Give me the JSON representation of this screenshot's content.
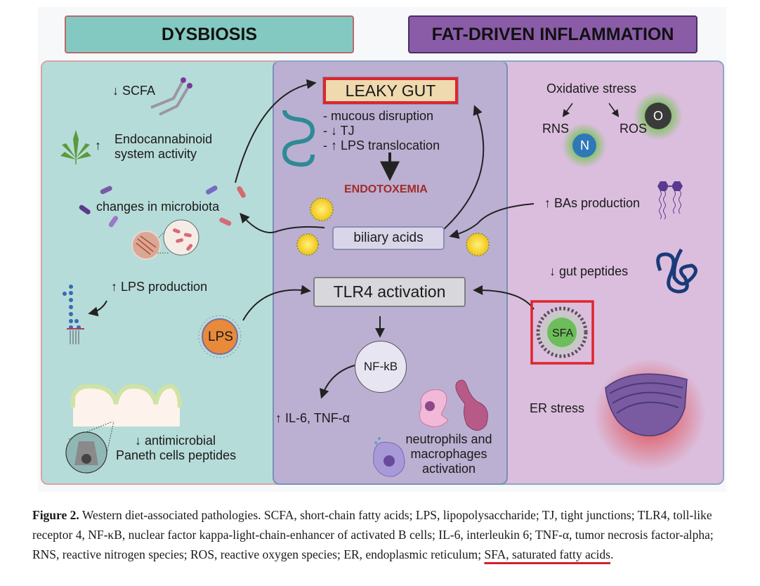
{
  "headers": {
    "dysbiosis": "DYSBIOSIS",
    "fat_driven": "FAT-DRIVEN INFLAMMATION"
  },
  "left_panel": {
    "scfa": "↓ SCFA",
    "endocannabinoid_arrow": "↑",
    "endocannabinoid_line1": "Endocannabinoid",
    "endocannabinoid_line2": "system activity",
    "microbiota": "changes in microbiota",
    "lps_production": "↑ LPS production",
    "lps_particle": "LPS",
    "antimicrobial_line1": "↓ antimicrobial",
    "antimicrobial_line2": "Paneth cells peptides"
  },
  "center_panel": {
    "leaky_gut": "LEAKY GUT",
    "bullets": [
      "- mucous disruption",
      "- ↓ TJ",
      "- ↑ LPS translocation"
    ],
    "endotoxemia": "ENDOTOXEMIA",
    "biliary_acids": "biliary acids",
    "tlr4": "TLR4 activation",
    "nfkb": "NF-kB",
    "cytokines": "↑ IL-6, TNF-α",
    "immune_line1": "neutrophils and",
    "immune_line2": "macrophages",
    "immune_line3": "activation"
  },
  "right_panel": {
    "oxidative_stress": "Oxidative stress",
    "rns": "RNS",
    "ros": "ROS",
    "n_atom": "N",
    "o_atom": "O",
    "bas_production": "↑ BAs production",
    "gut_peptides": "↓ gut peptides",
    "sfa": "SFA",
    "er_stress": "ER stress"
  },
  "caption": {
    "label": "Figure 2.",
    "text": " Western diet-associated pathologies. SCFA, short-chain fatty acids; LPS, lipopolysaccharide; TJ, tight junctions; TLR4, toll-like receptor 4, NF-κB, nuclear factor kappa-light-chain-enhancer of activated B cells; IL-6, interleukin 6; TNF-α, tumor necrosis factor-alpha; RNS, reactive nitrogen species; ROS, reactive oxygen species; ER, endoplasmic reticulum; ",
    "highlight": "SFA, saturated fatty acids",
    "end": "."
  },
  "colors": {
    "highlight_red": "#e0242c",
    "endotoxemia": "#a32a2a",
    "dysbiosis_header": "#84c9c1",
    "fat_header": "#8a5ca8"
  }
}
